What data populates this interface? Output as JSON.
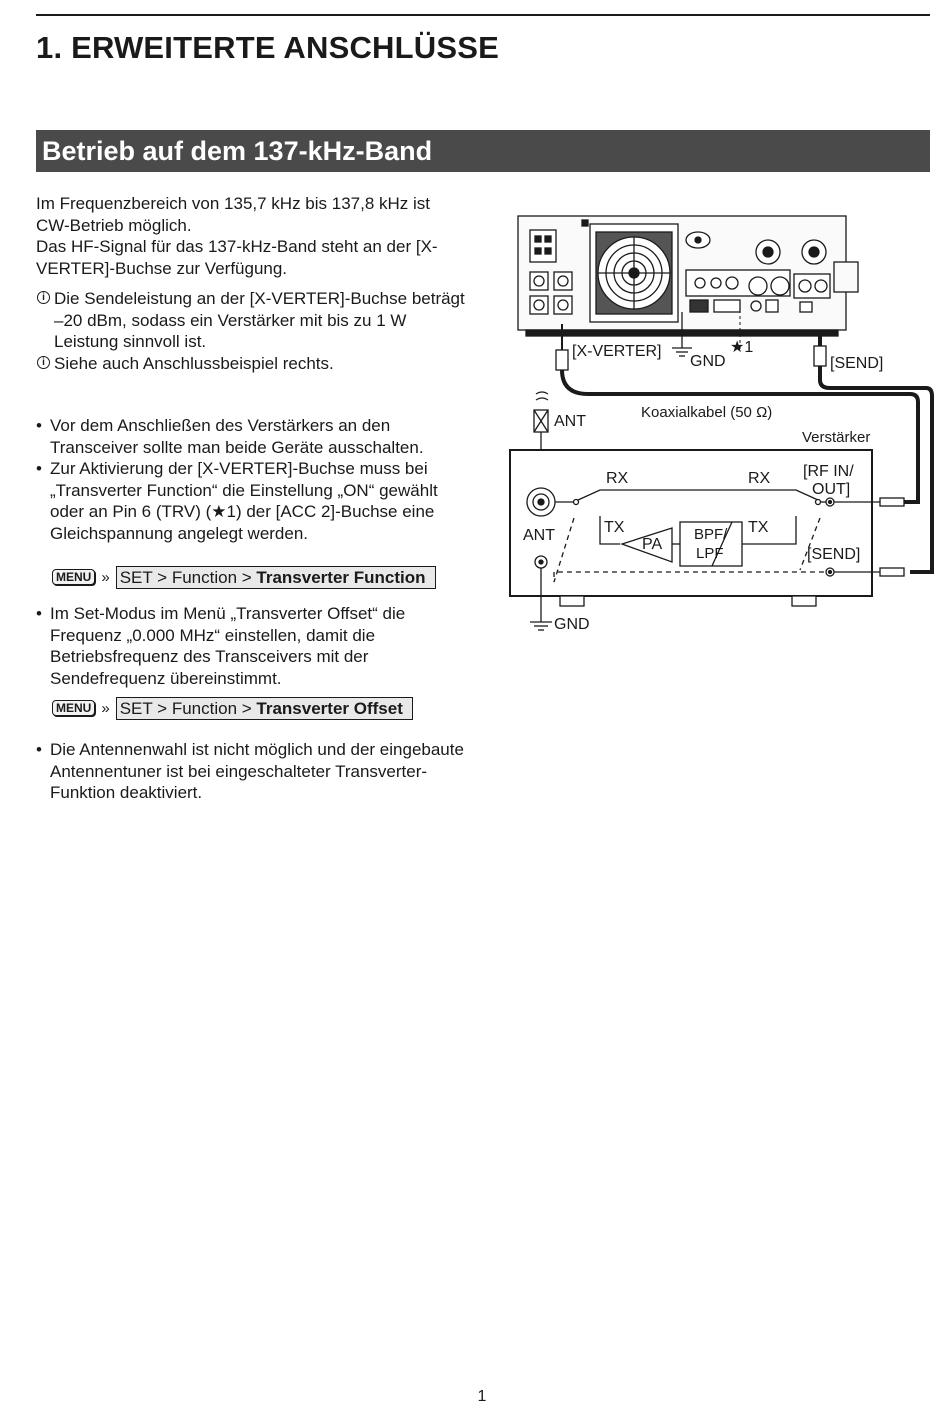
{
  "header": {
    "chapter_title": "1. ERWEITERTE ANSCHLÜSSE",
    "section_title": "Betrieb auf dem 137-kHz-Band"
  },
  "intro": {
    "line1": "Im Frequenzbereich von 135,7 kHz bis 137,8 kHz ist CW-Betrieb möglich.",
    "line2": "Das HF-Signal für das 137-kHz-Band steht an der [X-VERTER]-Buchse zur Verfügung."
  },
  "notes": [
    "Die Sendeleistung an der [X-VERTER]-Buchse beträgt –20 dBm, sodass ein Verstärker mit bis zu 1 W Leistung sinnvoll ist.",
    "Siehe auch Anschlussbeispiel rechts."
  ],
  "note_icon_glyph": "i",
  "bullets_group1": [
    "Vor dem Anschließen des Verstärkers an den Transceiver sollte man beide Geräte ausschalten.",
    "Zur Aktivierung der [X-VERTER]-Buchse muss bei „Transverter Function“ die Einstellung „ON“ gewählt oder an Pin 6 (TRV) (★1) der [ACC 2]-Buchse eine Gleichspannung angelegt werden."
  ],
  "menu1": {
    "key": "MENU",
    "arrow": "»",
    "path_prefix": "SET > Function > ",
    "path_bold": "Transverter Function"
  },
  "bullets_group2": [
    "Im Set-Modus im Menü „Transverter Offset“ die Frequenz „0.000 MHz“ einstellen, damit die Betriebsfrequenz des Transceivers mit der Sendefrequenz übereinstimmt."
  ],
  "menu2": {
    "key": "MENU",
    "arrow": "»",
    "path_prefix": "SET > Function > ",
    "path_bold": "Transverter Offset"
  },
  "bullets_group3": [
    "Die Antennenwahl ist nicht möglich und der eingebaute Antennentuner ist bei eingeschalteter Transverter-Funktion deaktiviert."
  ],
  "diagram": {
    "label_xverter": "[X-VERTER]",
    "label_gnd_top": "GND",
    "label_star1": "★1",
    "label_send_top": "[SEND]",
    "label_ant_top": "ANT",
    "label_coax": "Koaxialkabel (50 Ω)",
    "label_amplifier": "Verstärker",
    "label_rx_left": "RX",
    "label_rx_right": "RX",
    "label_rf_in": "[RF IN/",
    "label_rf_out": "OUT]",
    "label_ant_box": "ANT",
    "label_tx_left": "TX",
    "label_pa": "PA",
    "label_bpf": "BPF/",
    "label_lpf": "LPF",
    "label_tx_right": "TX",
    "label_send_box": "[SEND]",
    "label_gnd_bottom": "GND"
  },
  "page_number": "1"
}
